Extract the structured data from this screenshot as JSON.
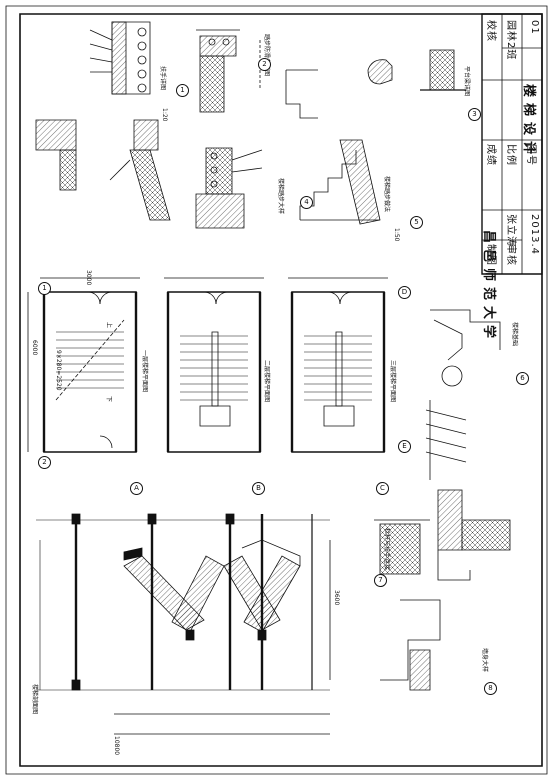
{
  "title_block": {
    "school": "昌邑师范大学",
    "drawing_title": "楼梯设计",
    "row_labels": [
      "制图",
      "审核"
    ],
    "drafter": "张立涛",
    "date": "2013.4",
    "check_label": "校核",
    "category": "园林2班",
    "grade_label": "成绩",
    "scale_label": "比例",
    "sheet_label": "图号",
    "sheet_no": "01"
  },
  "views": {
    "section": "楼梯剖面图",
    "plan_1": "一层楼梯平面图",
    "plan_2": "二层楼梯平面图",
    "plan_3": "三层楼梯平面图",
    "detail_handrail": "扶手详图",
    "detail_nosing": "踏步防滑条详图",
    "detail_landing": "平台梁详图",
    "detail_3": "楼梯踏步大样",
    "detail_step": "楼梯踏步做法",
    "detail_base": "楼梯基础",
    "detail_rail_joint": "栏杆与扶手连接",
    "detail_wall": "墙身大样"
  },
  "callouts": [
    "1",
    "2",
    "3",
    "4",
    "5",
    "6",
    "7",
    "8"
  ],
  "axes": [
    "1",
    "2",
    "A",
    "B",
    "C",
    "D",
    "E"
  ],
  "dimensions": {
    "plan_width": "3000",
    "plan_depth": "6000",
    "run": "9×280=2520",
    "section_total": "10800",
    "floor_height": "3600"
  },
  "notes": {
    "up": "上",
    "down": "下",
    "scale_120": "1:20",
    "scale_150": "1:50"
  }
}
